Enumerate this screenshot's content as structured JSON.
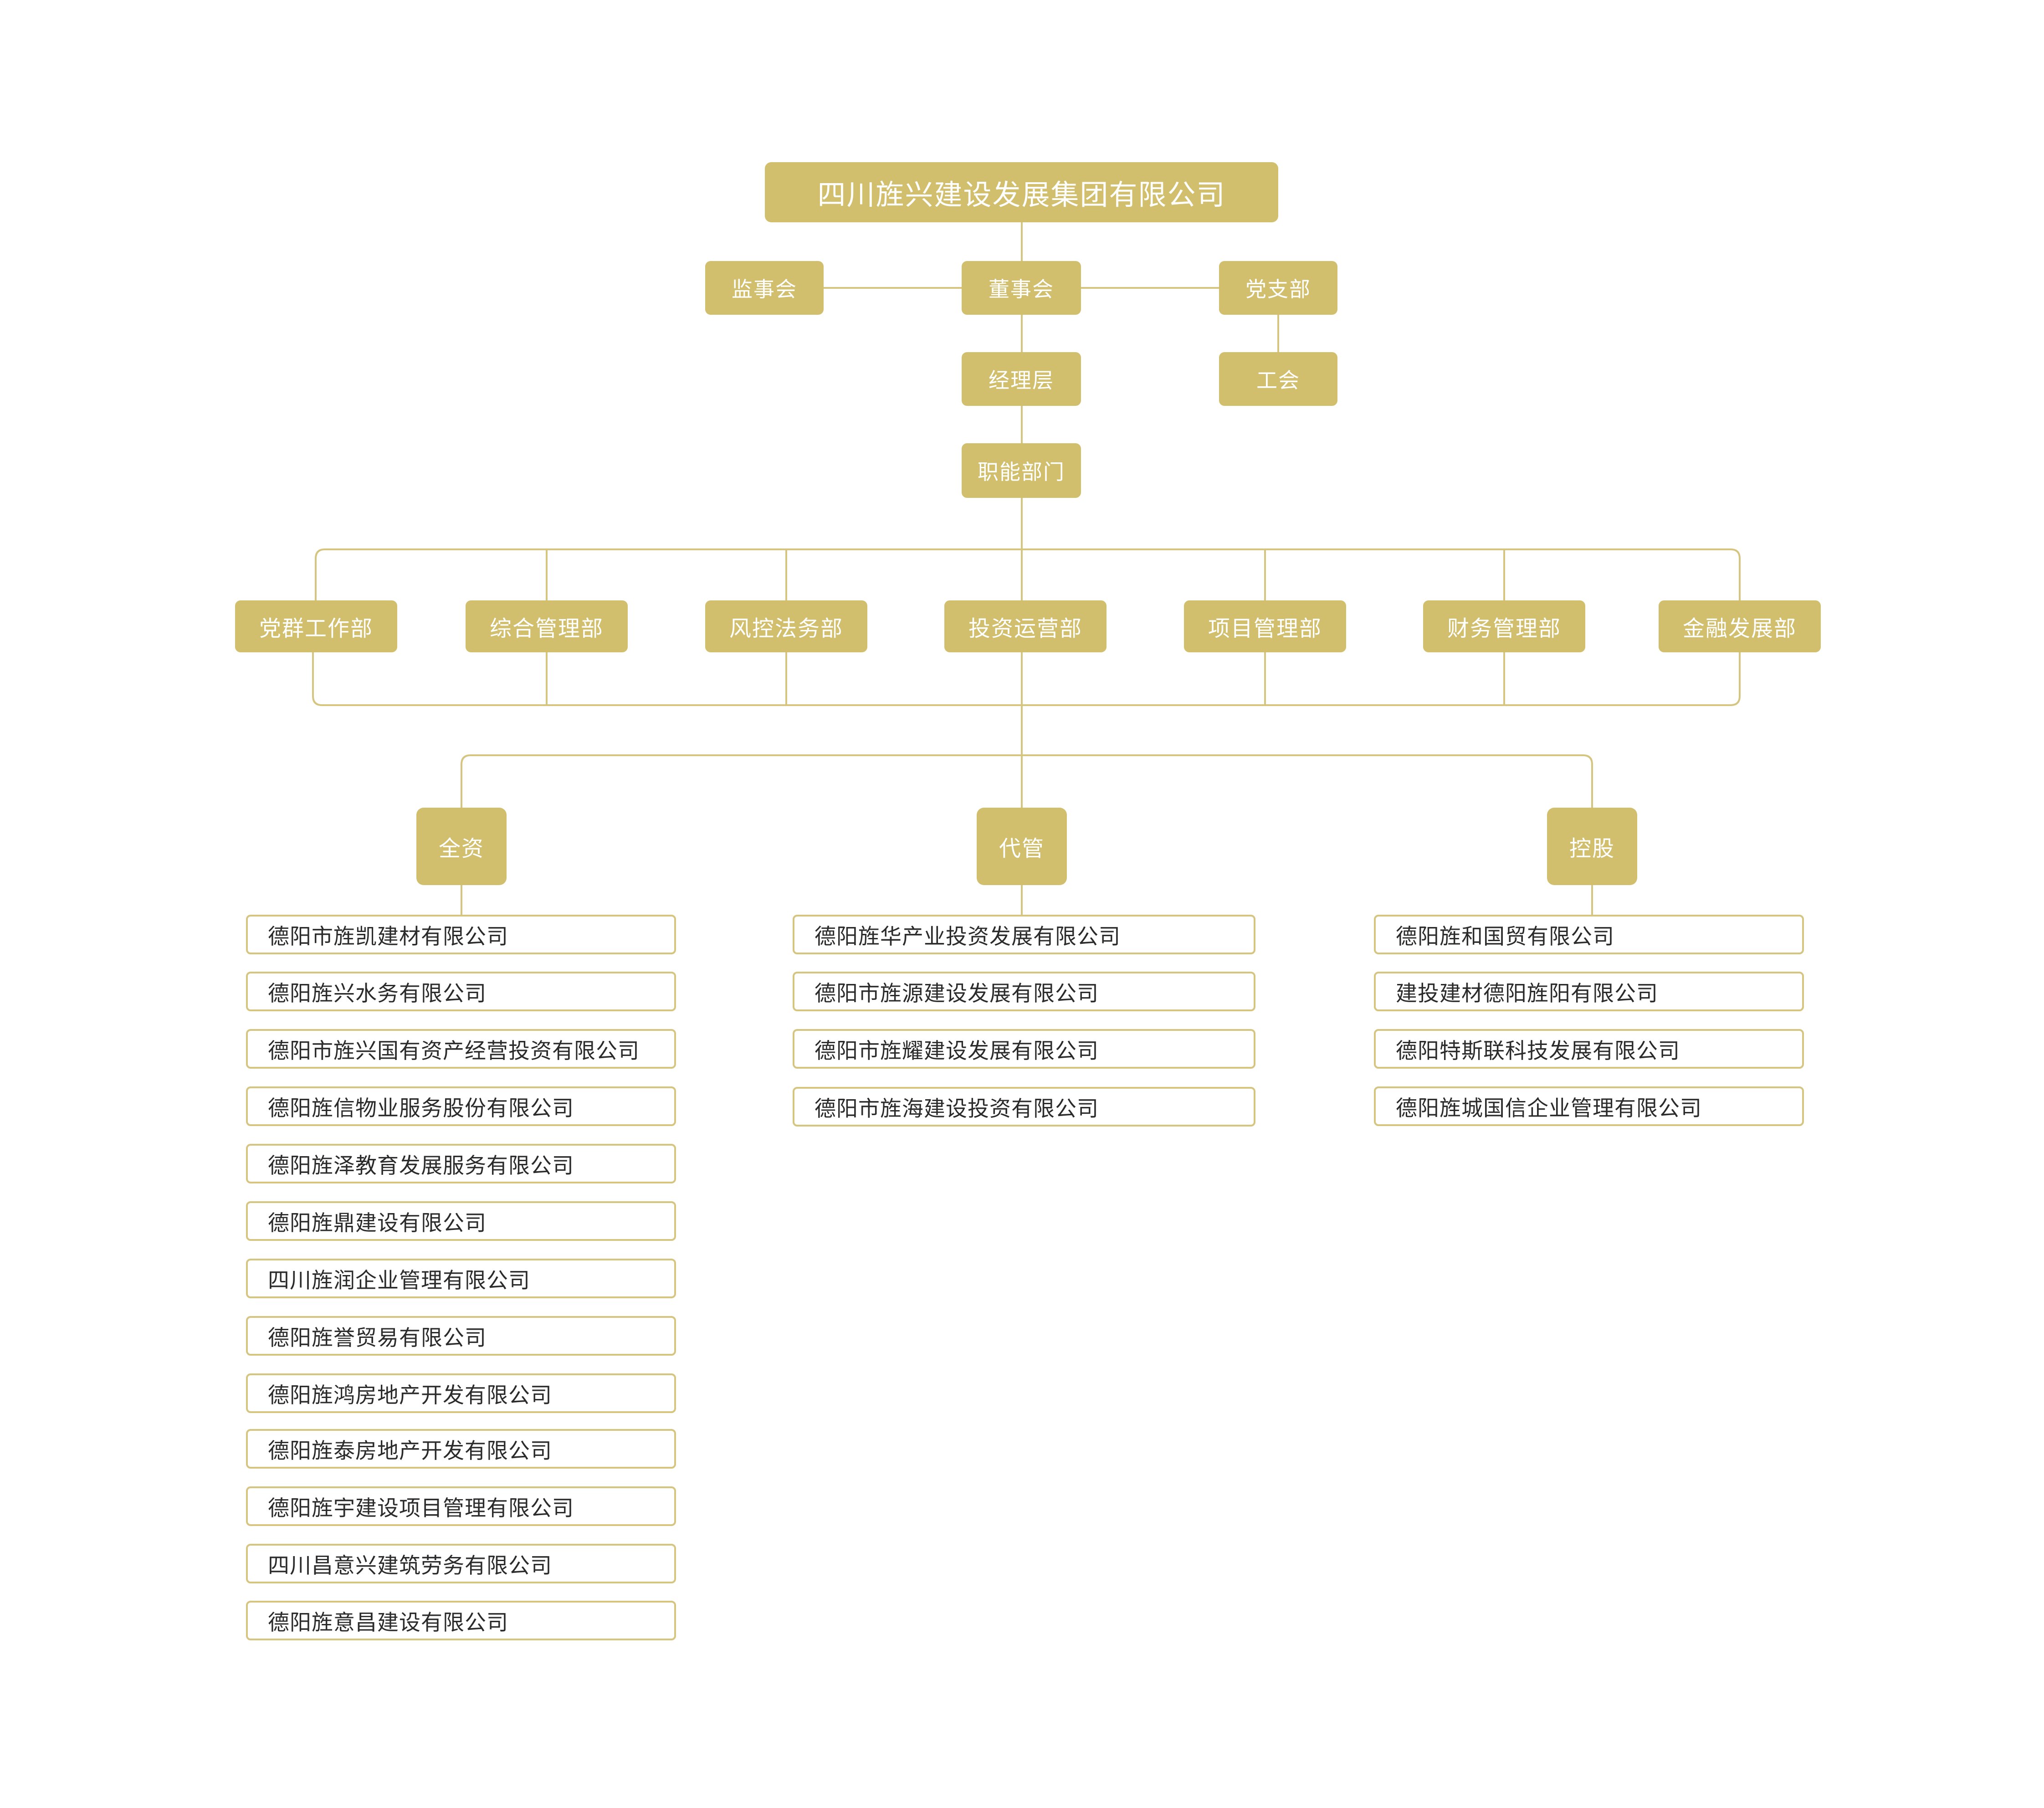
{
  "colors": {
    "accent": "#d1bf6d",
    "line": "#d5c580",
    "text_light": "#ffffff",
    "text_dark": "#2b2b2b"
  },
  "top": "四川旌兴建设发展集团有限公司",
  "governance": {
    "supervisory_board": "监事会",
    "board_of_directors": "董事会",
    "party_branch": "党支部",
    "management": "经理层",
    "trade_union": "工会",
    "functional_departments": "职能部门"
  },
  "departments": [
    "党群工作部",
    "综合管理部",
    "风控法务部",
    "投资运营部",
    "项目管理部",
    "财务管理部",
    "金融发展部"
  ],
  "categories": {
    "wholly_owned": {
      "label": "全资",
      "companies": [
        "德阳市旌凯建材有限公司",
        "德阳旌兴水务有限公司",
        "德阳市旌兴国有资产经营投资有限公司",
        "德阳旌信物业服务股份有限公司",
        "德阳旌泽教育发展服务有限公司",
        "德阳旌鼎建设有限公司",
        "四川旌润企业管理有限公司",
        "德阳旌誉贸易有限公司",
        "德阳旌鸿房地产开发有限公司",
        "德阳旌泰房地产开发有限公司",
        "德阳旌宇建设项目管理有限公司",
        "四川昌意兴建筑劳务有限公司",
        "德阳旌意昌建设有限公司"
      ]
    },
    "managed": {
      "label": "代管",
      "companies": [
        "德阳旌华产业投资发展有限公司",
        "德阳市旌源建设发展有限公司",
        "德阳市旌耀建设发展有限公司",
        "德阳市旌海建设投资有限公司"
      ]
    },
    "holding": {
      "label": "控股",
      "companies": [
        "德阳旌和国贸有限公司",
        "建投建材德阳旌阳有限公司",
        "德阳特斯联科技发展有限公司",
        "德阳旌城国信企业管理有限公司"
      ]
    }
  }
}
